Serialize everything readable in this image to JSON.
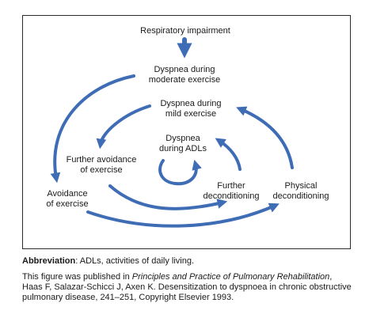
{
  "diagram": {
    "nodes": {
      "respiratory_impairment": "Respiratory impairment",
      "dyspnea_moderate": [
        "Dyspnea during",
        "moderate exercise"
      ],
      "dyspnea_mild": [
        "Dyspnea during",
        "mild exercise"
      ],
      "dyspnea_adls": [
        "Dyspnea",
        "during ADLs"
      ],
      "further_avoidance": [
        "Further avoidance",
        "of exercise"
      ],
      "avoidance": [
        "Avoidance",
        "of exercise"
      ],
      "further_deconditioning": [
        "Further",
        "deconditioning"
      ],
      "physical_deconditioning": [
        "Physical",
        "deconditioning"
      ]
    },
    "arrow_color": "#3e6db5"
  },
  "caption": {
    "abbreviation_label": "Abbreviation",
    "abbreviation_text": ": ADLs, activities of daily living.",
    "source_prefix": "This figure was published in ",
    "source_book": "Principles and Practice of Pulmonary Rehabilitation",
    "source_rest": ", Haas F, Salazar-Schicci J, Axen K. Desensitization to dyspnoea in chronic obstructive pulmonary disease, 241–251, Copyright Elsevier 1993."
  }
}
